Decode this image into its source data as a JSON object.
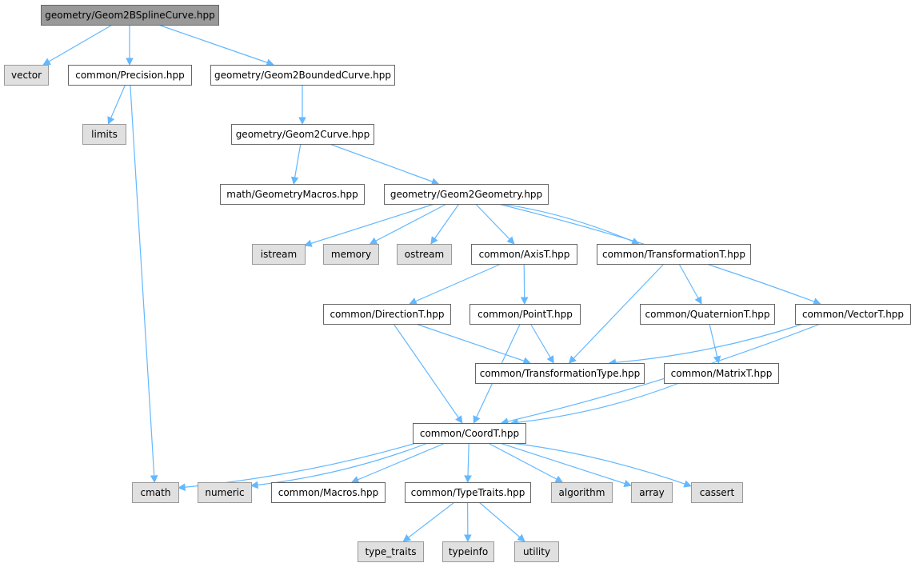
{
  "nodes": [
    {
      "id": "root",
      "label": "geometry/Geom2BSplineCurve.hpp",
      "kind": "root"
    },
    {
      "id": "vector",
      "label": "vector",
      "kind": "sys"
    },
    {
      "id": "precision",
      "label": "common/Precision.hpp",
      "kind": "file"
    },
    {
      "id": "bounded",
      "label": "geometry/Geom2BoundedCurve.hpp",
      "kind": "file"
    },
    {
      "id": "limits",
      "label": "limits",
      "kind": "sys"
    },
    {
      "id": "curve",
      "label": "geometry/Geom2Curve.hpp",
      "kind": "file"
    },
    {
      "id": "gmacros",
      "label": "math/GeometryMacros.hpp",
      "kind": "file"
    },
    {
      "id": "geometry",
      "label": "geometry/Geom2Geometry.hpp",
      "kind": "file"
    },
    {
      "id": "istream",
      "label": "istream",
      "kind": "sys"
    },
    {
      "id": "memory",
      "label": "memory",
      "kind": "sys"
    },
    {
      "id": "ostream",
      "label": "ostream",
      "kind": "sys"
    },
    {
      "id": "axis",
      "label": "common/AxisT.hpp",
      "kind": "file"
    },
    {
      "id": "transformation",
      "label": "common/TransformationT.hpp",
      "kind": "file"
    },
    {
      "id": "direction",
      "label": "common/DirectionT.hpp",
      "kind": "file"
    },
    {
      "id": "point",
      "label": "common/PointT.hpp",
      "kind": "file"
    },
    {
      "id": "quaternion",
      "label": "common/QuaternionT.hpp",
      "kind": "file"
    },
    {
      "id": "vectort",
      "label": "common/VectorT.hpp",
      "kind": "file"
    },
    {
      "id": "ttype",
      "label": "common/TransformationType.hpp",
      "kind": "file"
    },
    {
      "id": "matrix",
      "label": "common/MatrixT.hpp",
      "kind": "file"
    },
    {
      "id": "coord",
      "label": "common/CoordT.hpp",
      "kind": "file"
    },
    {
      "id": "cmath",
      "label": "cmath",
      "kind": "sys"
    },
    {
      "id": "numeric",
      "label": "numeric",
      "kind": "sys"
    },
    {
      "id": "macros",
      "label": "common/Macros.hpp",
      "kind": "file"
    },
    {
      "id": "typetraits",
      "label": "common/TypeTraits.hpp",
      "kind": "file"
    },
    {
      "id": "algorithm",
      "label": "algorithm",
      "kind": "sys"
    },
    {
      "id": "array",
      "label": "array",
      "kind": "sys"
    },
    {
      "id": "cassert",
      "label": "cassert",
      "kind": "sys"
    },
    {
      "id": "type_traits",
      "label": "type_traits",
      "kind": "sys"
    },
    {
      "id": "typeinfo",
      "label": "typeinfo",
      "kind": "sys"
    },
    {
      "id": "utility",
      "label": "utility",
      "kind": "sys"
    }
  ],
  "edges": [
    [
      "root",
      "vector"
    ],
    [
      "root",
      "precision"
    ],
    [
      "root",
      "bounded"
    ],
    [
      "precision",
      "limits"
    ],
    [
      "precision",
      "cmath"
    ],
    [
      "bounded",
      "curve"
    ],
    [
      "curve",
      "gmacros"
    ],
    [
      "curve",
      "geometry"
    ],
    [
      "geometry",
      "istream"
    ],
    [
      "geometry",
      "memory"
    ],
    [
      "geometry",
      "ostream"
    ],
    [
      "geometry",
      "axis"
    ],
    [
      "geometry",
      "transformation"
    ],
    [
      "geometry",
      "vectort"
    ],
    [
      "axis",
      "direction"
    ],
    [
      "axis",
      "point"
    ],
    [
      "transformation",
      "quaternion"
    ],
    [
      "transformation",
      "ttype"
    ],
    [
      "direction",
      "ttype"
    ],
    [
      "direction",
      "coord"
    ],
    [
      "point",
      "ttype"
    ],
    [
      "point",
      "coord"
    ],
    [
      "quaternion",
      "matrix"
    ],
    [
      "vectort",
      "ttype"
    ],
    [
      "vectort",
      "coord"
    ],
    [
      "matrix",
      "coord"
    ],
    [
      "coord",
      "cmath"
    ],
    [
      "coord",
      "numeric"
    ],
    [
      "coord",
      "macros"
    ],
    [
      "coord",
      "typetraits"
    ],
    [
      "coord",
      "algorithm"
    ],
    [
      "coord",
      "array"
    ],
    [
      "coord",
      "cassert"
    ],
    [
      "typetraits",
      "type_traits"
    ],
    [
      "typetraits",
      "typeinfo"
    ],
    [
      "typetraits",
      "utility"
    ]
  ]
}
